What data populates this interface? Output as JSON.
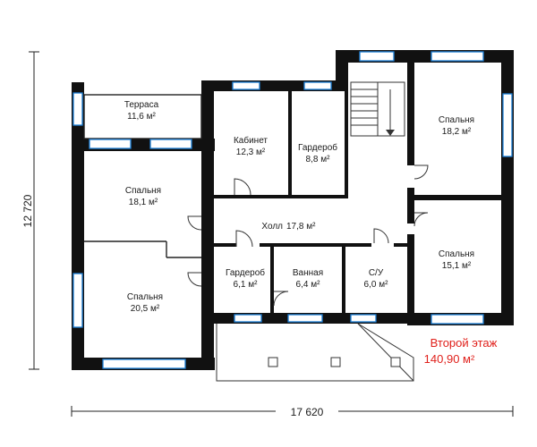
{
  "dimensions": {
    "width": "17 620",
    "height": "12 720"
  },
  "rooms": {
    "terrace": {
      "name": "Терраса",
      "area": "11,6 м²"
    },
    "bedroom_left_top": {
      "name": "Спальня",
      "area": "18,1 м²"
    },
    "bedroom_left_bottom": {
      "name": "Спальня",
      "area": "20,5 м²"
    },
    "study": {
      "name": "Кабинет",
      "area": "12,3 м²"
    },
    "wardrobe_top": {
      "name": "Гардероб",
      "area": "8,8 м²"
    },
    "hall": {
      "name": "Холл",
      "area": "17,8 м²"
    },
    "wardrobe_bottom": {
      "name": "Гардероб",
      "area": "6,1 м²"
    },
    "bathroom": {
      "name": "Ванная",
      "area": "6,4 м²"
    },
    "wc": {
      "name": "С/У",
      "area": "6,0 м²"
    },
    "bedroom_right_top": {
      "name": "Спальня",
      "area": "18,2 м²"
    },
    "bedroom_right_bottom": {
      "name": "Спальня",
      "area": "15,1 м²"
    }
  },
  "floor": {
    "label": "Второй этаж",
    "area": "140,90 м²"
  },
  "colors": {
    "wall": "#111111",
    "window": "#1c7fd6",
    "floor_text": "#e0201b"
  }
}
